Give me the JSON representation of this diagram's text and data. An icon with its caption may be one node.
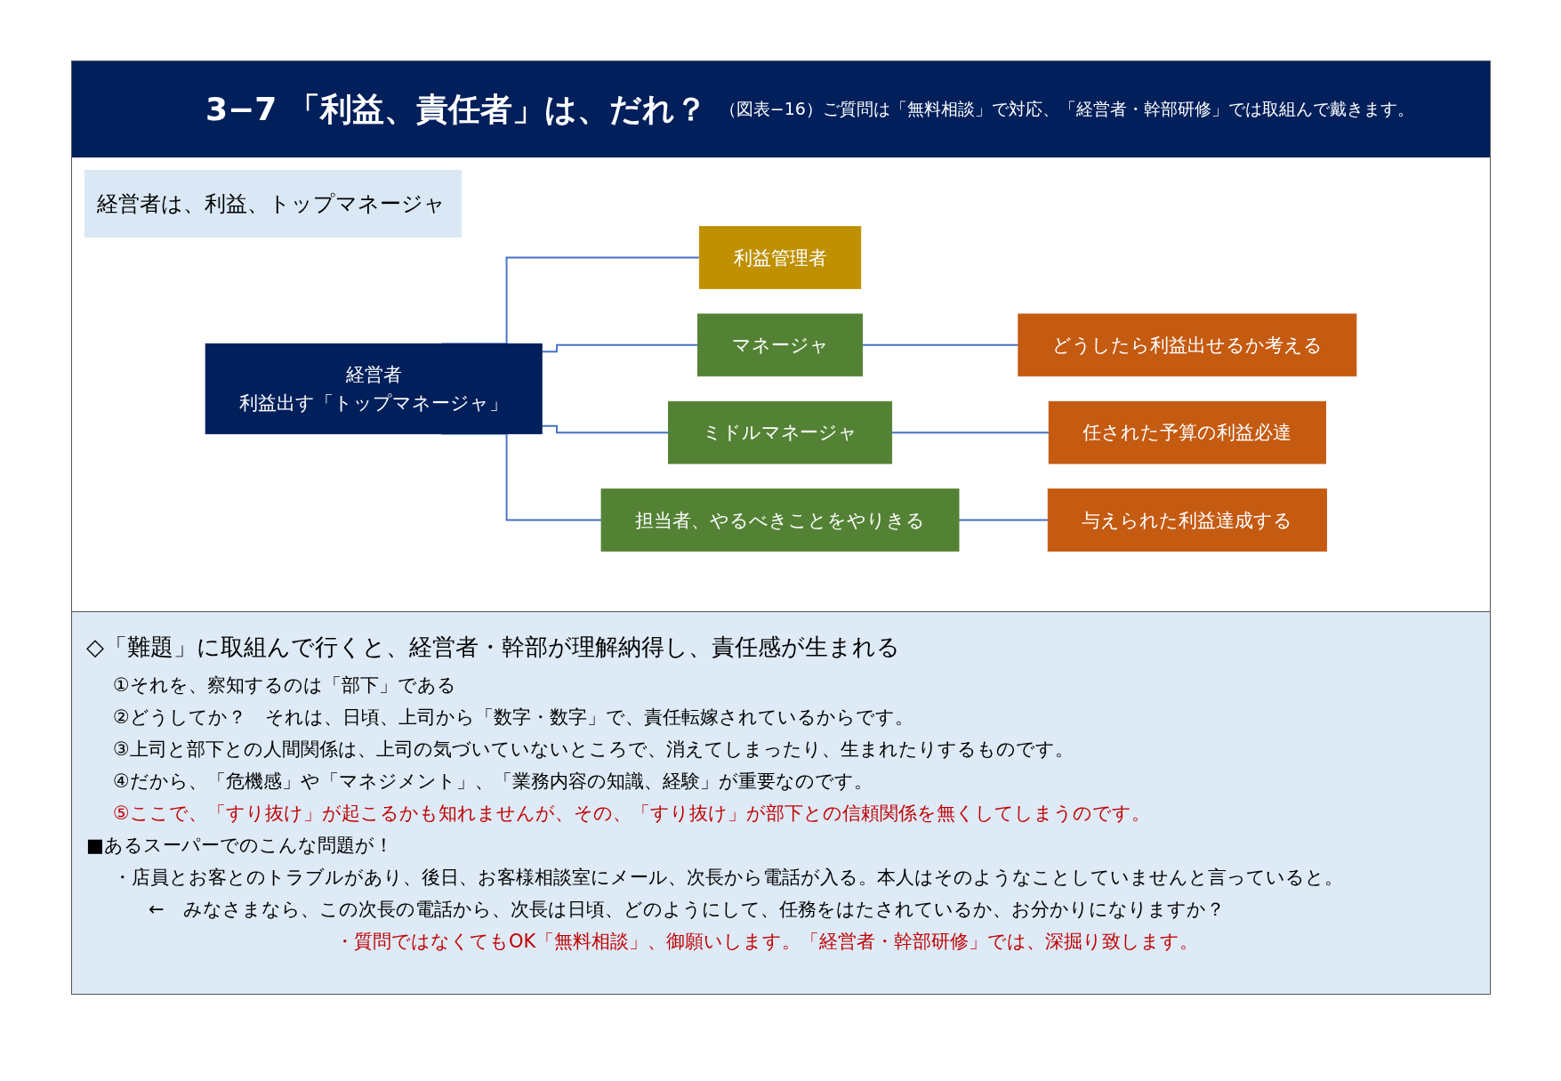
{
  "diagram": {
    "title": "3−7 「利益、責任者」は、だれ？",
    "nodes": [
      {
        "text": [
          "経営者は、利益、トップマネージャ"
        ]
      },
      {
        "text": [
          "経営者",
          "利益出す「トップマネージャ」"
        ]
      },
      {
        "text": [
          "利益管理者"
        ]
      },
      {
        "text": [
          "マネージャ"
        ]
      },
      {
        "text": [
          "ミドルマネージャ"
        ]
      },
      {
        "text": [
          "担当者、やるべきことをやりきる"
        ]
      },
      {
        "text": [
          "どうしたら利益出せるか考える"
        ]
      },
      {
        "text": [
          "任された予算の利益必達"
        ]
      },
      {
        "text": [
          "与えられた利益達成する"
        ]
      }
    ],
    "edges": [
      {
        "from": 1,
        "to": 2,
        "arrow": "none"
      },
      {
        "from": 1,
        "to": 3,
        "arrow": "none"
      },
      {
        "from": 1,
        "to": 4,
        "arrow": "none"
      },
      {
        "from": 1,
        "to": 5,
        "arrow": "none"
      },
      {
        "from": 3,
        "to": 6,
        "arrow": "none"
      },
      {
        "from": 4,
        "to": 7,
        "arrow": "none"
      },
      {
        "from": 5,
        "to": 8,
        "arrow": "none"
      }
    ],
    "labels": [
      "（図表−16）ご質問は「無料相談」で対応、「経営者・幹部研修」では取組んで戴きます。",
      "◇「難題」に取組んで行くと、経営者・幹部が理解納得し、責任感が生まれる",
      "①それを、察知するのは「部下」である",
      "②どうしてか？　それは、日頃、上司から「数字・数字」で、責任転嫁されているからです。",
      "③上司と部下との人間関係は、上司の気づいていないところで、消えてしまったり、生まれたりするものです。",
      "④だから、「危機感」や「マネジメント」、「業務内容の知識、経験」が重要なのです。",
      "⑤ここで、「すり抜け」が起こるかも知れませんが、その、「すり抜け」が部下との信頼関係を無くしてしまうのです。",
      "■あるスーパーでのこんな問題が！",
      "・店員とお客とのトラブルがあり、後日、お客様相談室にメール、次長から電話が入る。本人はそのようなことしていませんと言っていると。",
      "←　みなさまなら、この次長の電話から、次長は日頃、どのようにして、任務をはたされているか、お分かりになりますか？",
      "・質問ではなくてもOK「無料相談」、御願いします。「経営者・幹部研修」では、深掘り致します。"
    ]
  }
}
